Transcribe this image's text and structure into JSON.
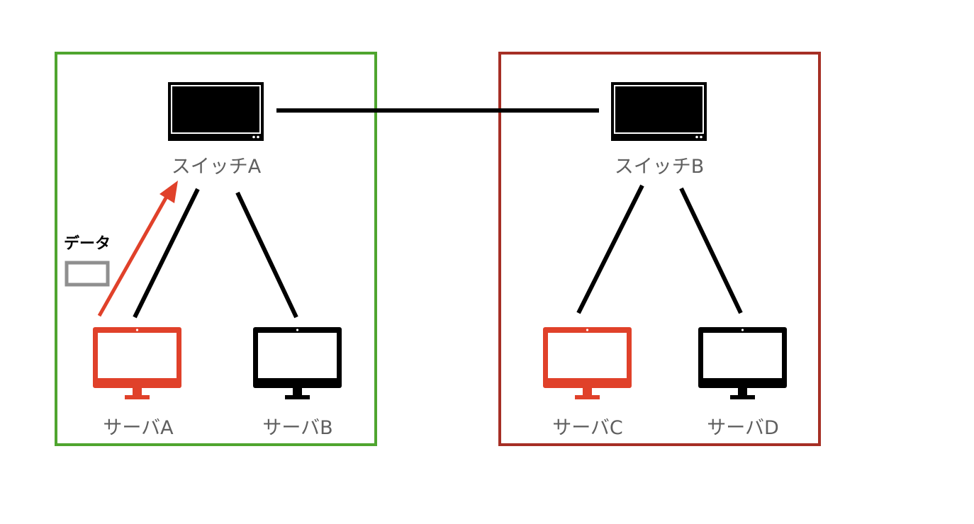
{
  "colors": {
    "group_a_border": "#4fa52f",
    "group_b_border": "#a62f25",
    "highlight": "#e0412a",
    "device": "#000000",
    "label_text": "#5f5f5f",
    "data_packet_border": "#8f8f8f"
  },
  "groups": [
    {
      "id": "group-a",
      "color": "green"
    },
    {
      "id": "group-b",
      "color": "dark-red"
    }
  ],
  "switches": [
    {
      "label": "スイッチA",
      "icon": "network-switch-icon"
    },
    {
      "label": "スイッチB",
      "icon": "network-switch-icon"
    }
  ],
  "servers": [
    {
      "label": "サーバA",
      "icon": "monitor-icon",
      "highlighted": true
    },
    {
      "label": "サーバB",
      "icon": "monitor-icon",
      "highlighted": false
    },
    {
      "label": "サーバC",
      "icon": "monitor-icon",
      "highlighted": true
    },
    {
      "label": "サーバD",
      "icon": "monitor-icon",
      "highlighted": false
    }
  ],
  "data_packet": {
    "label": "データ",
    "icon": "data-packet-icon"
  },
  "links": [
    {
      "from": "スイッチA",
      "to": "スイッチB"
    },
    {
      "from": "スイッチA",
      "to": "サーバA"
    },
    {
      "from": "スイッチA",
      "to": "サーバB"
    },
    {
      "from": "スイッチB",
      "to": "サーバC"
    },
    {
      "from": "スイッチB",
      "to": "サーバD"
    }
  ],
  "flows": [
    {
      "from": "サーバA",
      "to": "スイッチA",
      "direction": "up-arrow"
    }
  ]
}
